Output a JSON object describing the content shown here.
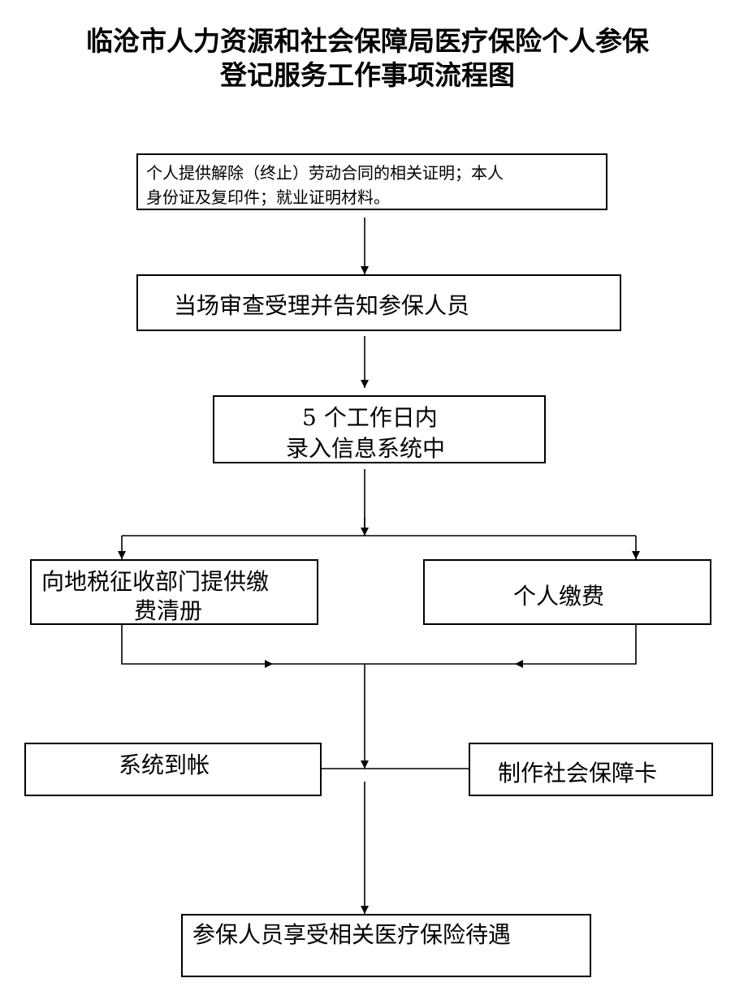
{
  "title": {
    "line1": "临沧市人力资源和社会保障局医疗保险个人参保",
    "line2": "登记服务工作事项流程图"
  },
  "steps": {
    "submit_materials": {
      "line1": "个人提供解除（终止）劳动合同的相关证明；本人",
      "line2": "身份证及复印件；就业证明材料。"
    },
    "on_site_review": "当场审查受理并告知参保人员",
    "record_system": {
      "line1": "5 个工作日内",
      "line2": "录入信息系统中"
    },
    "payment_list": {
      "line1": "向地税征收部门提供缴",
      "line2": "费清册"
    },
    "personal_payment": "个人缴费",
    "system_account": "系统到帐",
    "make_card": "制作社会保障卡",
    "enjoy_benefits": "参保人员享受相关医疗保险待遇"
  }
}
